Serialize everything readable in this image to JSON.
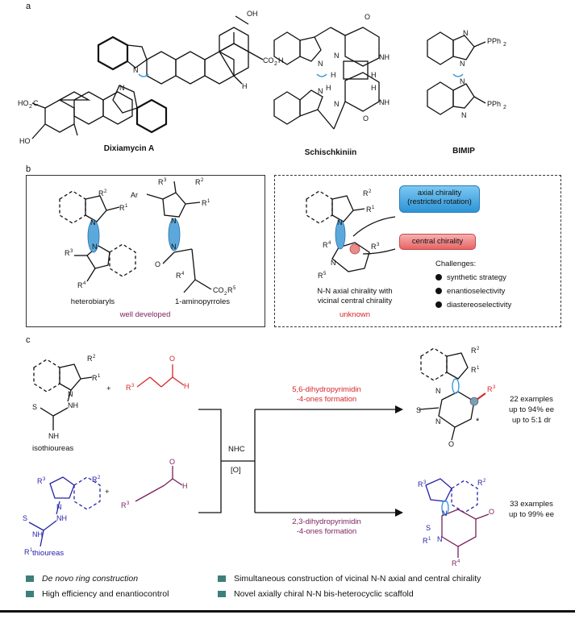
{
  "panels": {
    "a": "a",
    "b": "b",
    "c": "c"
  },
  "panel_a": {
    "names": [
      "Dixiamycin A",
      "Schischkiniin",
      "BIMIP"
    ]
  },
  "panel_b": {
    "left_labels": [
      "heterobiaryls",
      "1-aminopyrroles"
    ],
    "left_caption": "well developed",
    "right_caption_line1": "N-N axial chirality with",
    "right_caption_line2": "vicinal central chirality",
    "right_status": "unknown",
    "axial_line1": "axial chirality",
    "axial_line2": "(restricted rotation)",
    "central": "central chirality",
    "challenges_title": "Challenges:",
    "challenges": [
      "synthetic strategy",
      "enantioselectivity",
      "diastereoselectivity"
    ]
  },
  "panel_c": {
    "isothioureas": "isothioureas",
    "thioureas": "thioureas",
    "plus": "+",
    "nhc": "NHC",
    "ox": "[O]",
    "top_arrow_line1": "5,6-dihydropyrimidin",
    "top_arrow_line2": "-4-ones formation",
    "bottom_arrow_line1": "2,3-dihydropyrimidin",
    "bottom_arrow_line2": "-4-ones formation",
    "top_result": [
      "22 examples",
      "up to 94% ee",
      "up to 5:1 dr"
    ],
    "bottom_result": [
      "33 examples",
      "up to 99% ee"
    ]
  },
  "features": [
    "De novo ring construction",
    "High efficiency and enantiocontrol",
    "Simultaneous construction of vicinal N-N axial and central chirality",
    "Novel axially chiral N-N bis-heterocyclic scaffold"
  ],
  "colors": {
    "red": "#d6262a",
    "blue": "#2523a8",
    "purple": "#7a1f5c",
    "teal": "#3d7f7a",
    "axial_box": "#3fa0d8",
    "central_box": "#ec8080"
  }
}
